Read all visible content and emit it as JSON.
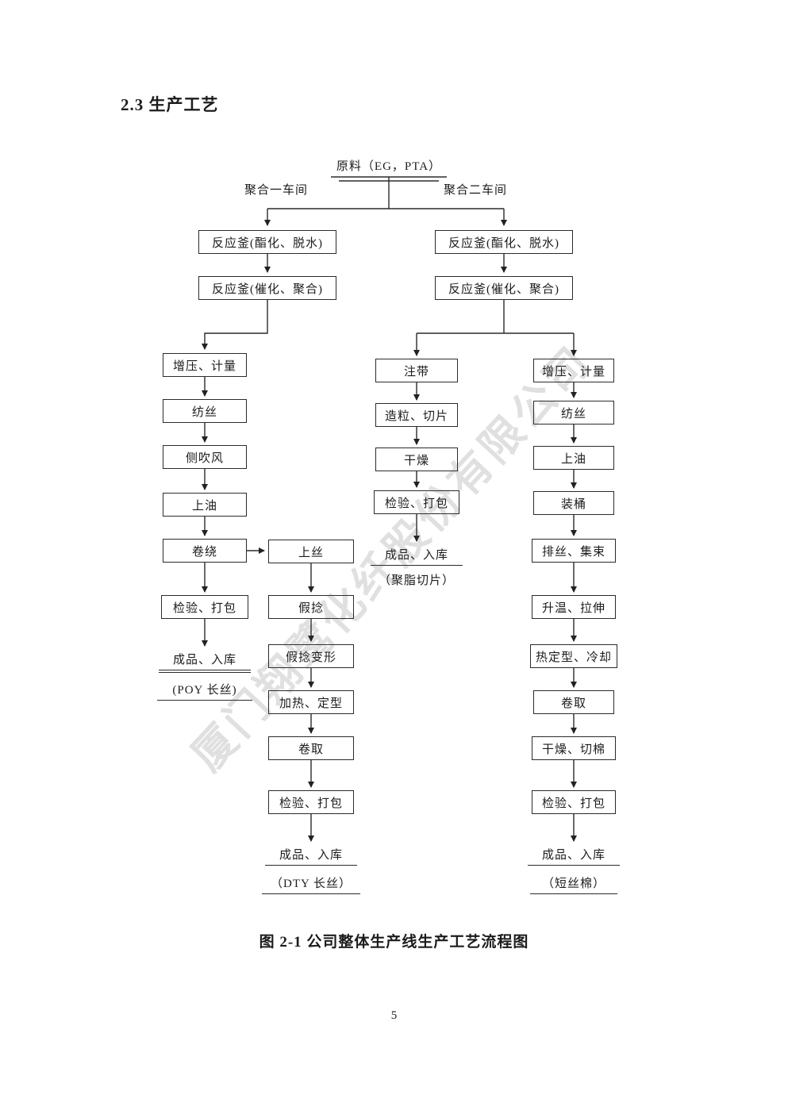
{
  "page": {
    "section_title": "2.3 生产工艺",
    "figure_caption": "图 2-1 公司整体生产线生产工艺流程图",
    "page_number": "5",
    "watermark": "厦门翔鹭化纤股份有限公司"
  },
  "flowchart": {
    "source": "原料（EG，PTA）",
    "workshop_left": "聚合一车间",
    "workshop_right": "聚合二车间",
    "reactor_step1": "反应釜(酯化、脱水)",
    "reactor_step2": "反应釜(催化、聚合)",
    "poy": {
      "steps": [
        "增压、计量",
        "纺丝",
        "侧吹风",
        "上油",
        "卷绕",
        "检验、打包"
      ],
      "finish": "成品、入库",
      "product": "(POY 长丝)"
    },
    "dty": {
      "steps": [
        "上丝",
        "假捻",
        "假捻变形",
        "加热、定型",
        "卷取",
        "检验、打包"
      ],
      "finish": "成品、入库",
      "product": "（DTY 长丝）"
    },
    "chips": {
      "steps": [
        "注带",
        "造粒、切片",
        "干燥",
        "检验、打包"
      ],
      "finish": "成品、入库",
      "product": "（聚脂切片）"
    },
    "staple": {
      "steps": [
        "增压、计量",
        "纺丝",
        "上油",
        "装桶",
        "排丝、集束",
        "升温、拉伸",
        "热定型、冷却",
        "卷取",
        "干燥、切棉",
        "检验、打包"
      ],
      "finish": "成品、入库",
      "product": "（短丝棉）"
    }
  }
}
